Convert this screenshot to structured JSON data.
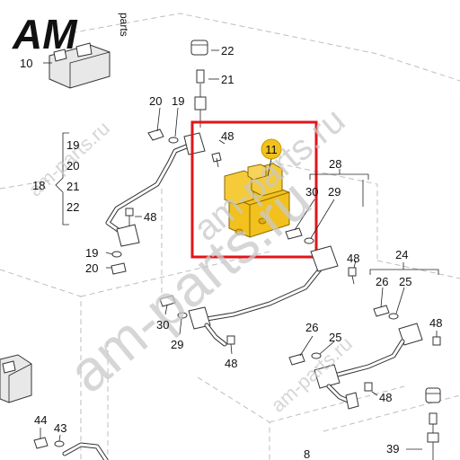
{
  "logo": {
    "letters": "AM",
    "suffix": "parts"
  },
  "watermarks": [
    {
      "text": "am-parts.ru"
    },
    {
      "text": "am-parts.ru"
    },
    {
      "text": "am-parts.ru"
    },
    {
      "text": "am-parts.ru"
    }
  ],
  "highlight": {
    "part_number": "11",
    "border_color": "#e0161b",
    "badge_color": "#f2c11d",
    "part_color": "#f2c11d"
  },
  "labels": {
    "l22a": "22",
    "l21a": "21",
    "l10": "10",
    "l20a": "20",
    "l19a": "19",
    "l48a": "48",
    "l18": "18",
    "l19b": "19",
    "l20b": "20",
    "l21b": "21",
    "l22b": "22",
    "l48b": "48",
    "l19c": "19",
    "l20c": "20",
    "l28": "28",
    "l30a": "30",
    "l29a": "29",
    "l48c": "48",
    "l24": "24",
    "l26a": "26",
    "l25a": "25",
    "l48d": "48",
    "l30b": "30",
    "l29b": "29",
    "l48e": "48",
    "l26b": "26",
    "l25b": "25",
    "l48f": "48",
    "l44": "44",
    "l43": "43",
    "l39": "39",
    "l8": "8"
  }
}
